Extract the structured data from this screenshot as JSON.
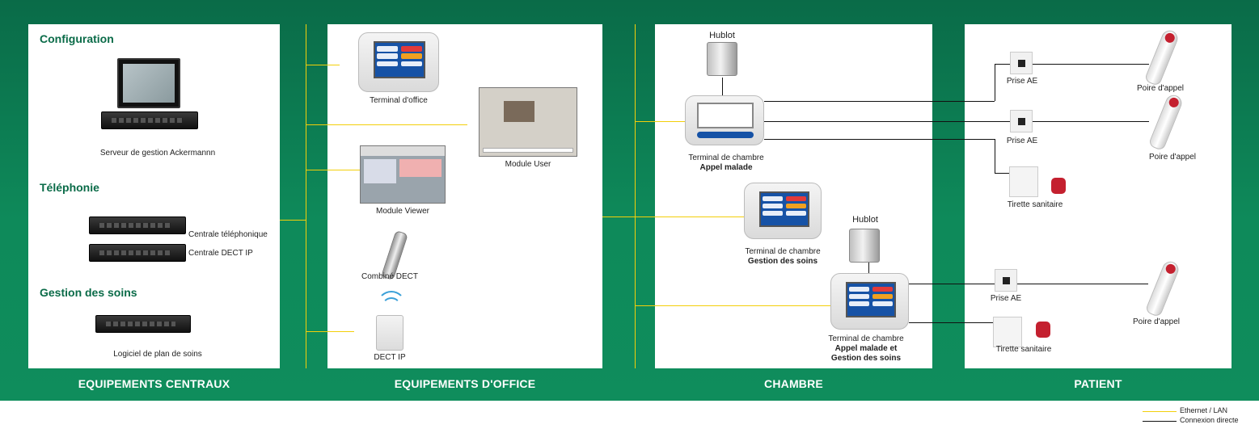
{
  "columns": [
    {
      "title": "EQUIPEMENTS CENTRAUX"
    },
    {
      "title": "EQUIPEMENTS D'OFFICE"
    },
    {
      "title": "CHAMBRE"
    },
    {
      "title": "PATIENT"
    }
  ],
  "central": {
    "sec_config": "Configuration",
    "server_label": "Serveur de gestion Ackermannn",
    "sec_tel": "Téléphonie",
    "centrale_tel": "Centrale téléphonique",
    "centrale_dect": "Centrale DECT IP",
    "sec_soins": "Gestion des soins",
    "logiciel": "Logiciel de plan de soins"
  },
  "office": {
    "terminal": "Terminal d'office",
    "module_user": "Module User",
    "module_viewer": "Module Viewer",
    "combine": "Combiné DECT",
    "dect_ip": "DECT IP"
  },
  "chambre": {
    "hublot1": "Hublot",
    "t1_line1": "Terminal de chambre",
    "t1_line2": "Appel malade",
    "t2_line1": "Terminal de chambre",
    "t2_line2": "Gestion des soins",
    "hublot2": "Hublot",
    "t3_line1": "Terminal de chambre",
    "t3_line2": "Appel malade et",
    "t3_line3": "Gestion des soins"
  },
  "patient": {
    "prise1": "Prise AE",
    "poire1": "Poire d'appel",
    "prise2": "Prise AE",
    "poire2": "Poire d'appel",
    "tirette1": "Tirette sanitaire",
    "prise3": "Prise AE",
    "poire3": "Poire d'appel",
    "tirette2": "Tirette sanitaire"
  },
  "legend": {
    "ethernet": "Ethernet / LAN",
    "direct": "Connexion directe",
    "ethernet_color": "#f3cf0a",
    "direct_color": "#111111"
  },
  "colors": {
    "band": "#0e8a5a",
    "section_text": "#0a6b48"
  }
}
